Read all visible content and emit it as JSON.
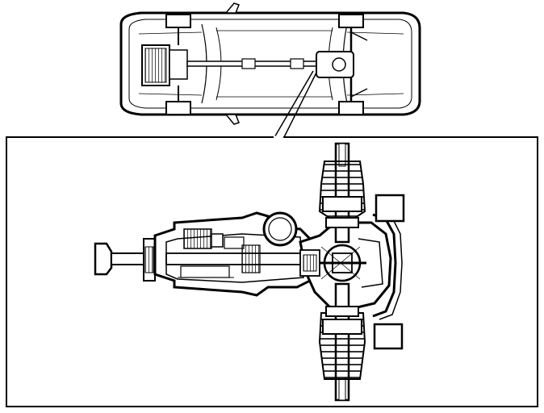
{
  "diagram": {
    "kind": "technical-illustration",
    "subject_views": [
      "vehicle-top-view",
      "drivetrain-detail-cutaway"
    ],
    "colors": {
      "ink": "#000000",
      "paper": "#ffffff",
      "body_fill": "#ffffff",
      "hatch": "#000000"
    },
    "labels": []
  }
}
